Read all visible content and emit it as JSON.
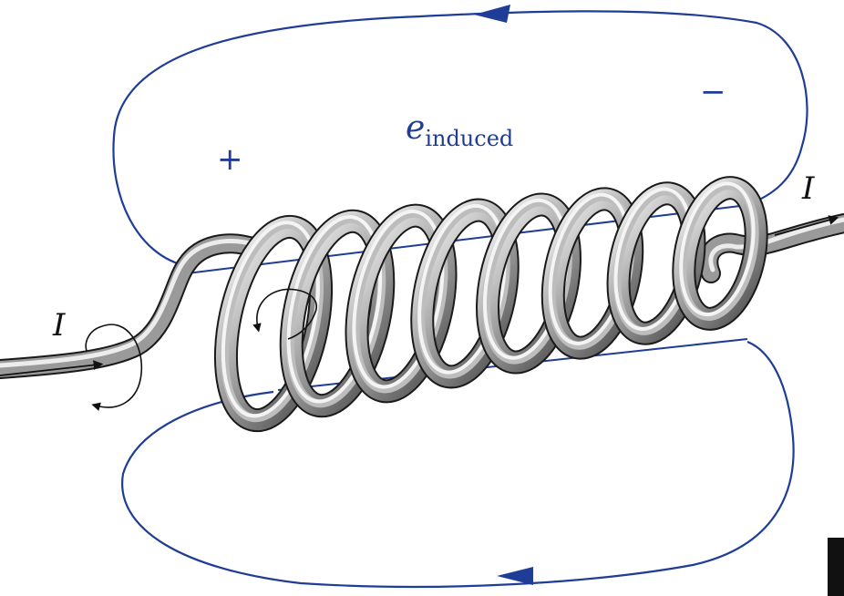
{
  "diagram": {
    "labels": {
      "emf_symbol": "e",
      "emf_subscript": "induced",
      "plus": "+",
      "minus": "−",
      "current_left": "I",
      "current_right": "I"
    },
    "colors": {
      "field_line": "#1f3d96",
      "wire_edge": "#1a1a1a",
      "wire_light": "#e6e6e6",
      "wire_mid": "#a6a6a6",
      "wire_dark": "#5a5a5a",
      "arrow": "#111111"
    },
    "coil": {
      "turns": 8
    }
  }
}
